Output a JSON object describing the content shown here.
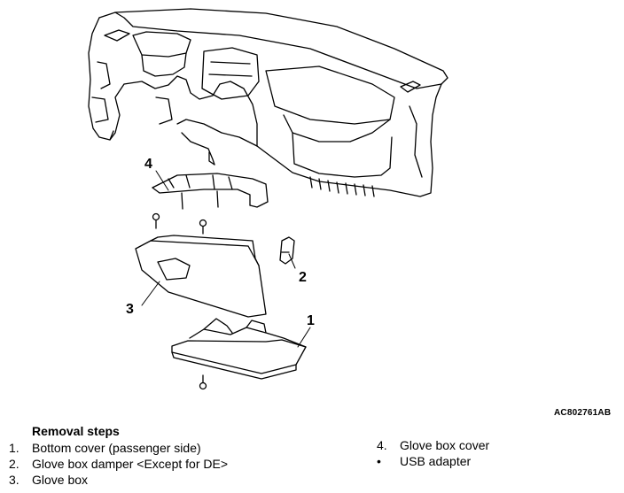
{
  "figure_code": "AC802761AB",
  "callouts": {
    "c1": "1",
    "c2": "2",
    "c3": "3",
    "c4": "4"
  },
  "removal_steps": {
    "title": "Removal steps",
    "items": [
      {
        "num": "1.",
        "label": "Bottom cover (passenger side)"
      },
      {
        "num": "2.",
        "label": "Glove box damper <Except for DE>"
      },
      {
        "num": "3.",
        "label": "Glove box"
      },
      {
        "num": "4.",
        "label": "Glove box cover"
      },
      {
        "num": "•",
        "label": "USB adapter"
      }
    ]
  }
}
